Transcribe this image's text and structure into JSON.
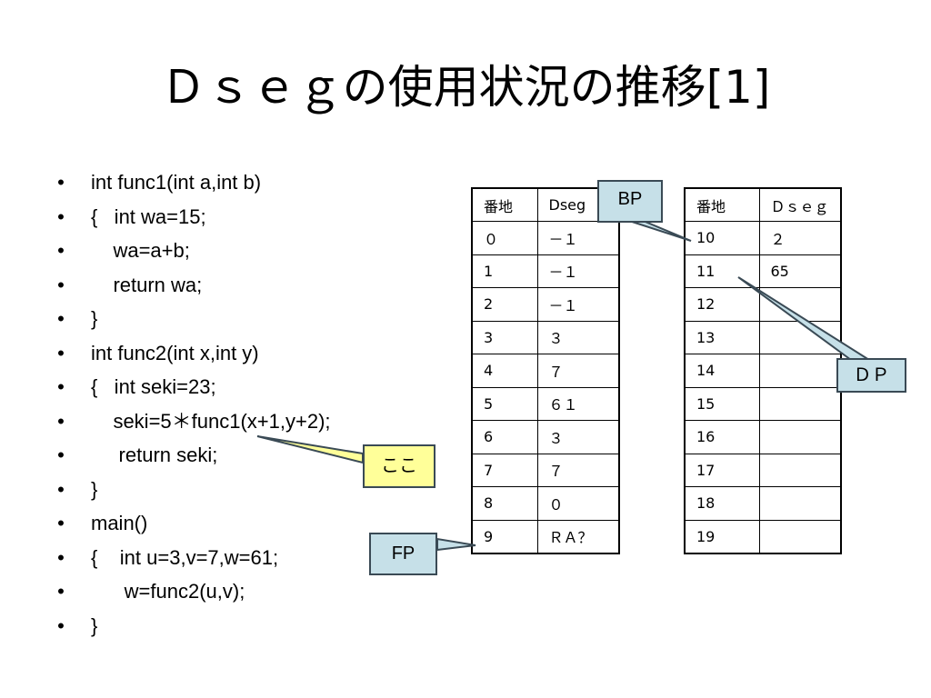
{
  "slide": {
    "title": "Ｄｓｅｇの使用状況の推移[1]"
  },
  "code_lines": [
    {
      "bullet": "•",
      "text": "int func1(int a,int b)"
    },
    {
      "bullet": "•",
      "text": "{   int wa=15;"
    },
    {
      "bullet": "•",
      "text": "    wa=a+b;"
    },
    {
      "bullet": "•",
      "text": "    return wa;"
    },
    {
      "bullet": "•",
      "text": "}"
    },
    {
      "bullet": "•",
      "text": "int func2(int x,int y)"
    },
    {
      "bullet": "•",
      "text": "{   int seki=23;"
    },
    {
      "bullet": "•",
      "text": "    seki=5＊func1(x+1,y+2);"
    },
    {
      "bullet": "•",
      "text": "     return seki;"
    },
    {
      "bullet": "•",
      "text": "}"
    },
    {
      "bullet": "•",
      "text": "main()"
    },
    {
      "bullet": "•",
      "text": "{    int u=3,v=7,w=61;"
    },
    {
      "bullet": "•",
      "text": "      w=func2(u,v);"
    },
    {
      "bullet": "•",
      "text": "}"
    }
  ],
  "table_left": {
    "headers": [
      "番地",
      "Dseg"
    ],
    "rows": [
      [
        "０",
        "－１"
      ],
      [
        "1",
        "－１"
      ],
      [
        "2",
        "－１"
      ],
      [
        "3",
        "  ３"
      ],
      [
        "4",
        "  ７"
      ],
      [
        "5",
        "  ６１"
      ],
      [
        "6",
        "  ３"
      ],
      [
        "7",
        "  ７"
      ],
      [
        "8",
        "  ０"
      ],
      [
        "9",
        "ＲＡ？"
      ]
    ]
  },
  "table_right": {
    "headers": [
      "番地",
      "Ｄｓｅｇ"
    ],
    "rows": [
      [
        "10",
        "  ２"
      ],
      [
        "11",
        "65"
      ],
      [
        "12",
        ""
      ],
      [
        "13",
        ""
      ],
      [
        "14",
        ""
      ],
      [
        "15",
        ""
      ],
      [
        "16",
        ""
      ],
      [
        "17",
        ""
      ],
      [
        "18",
        ""
      ],
      [
        "19",
        ""
      ]
    ]
  },
  "callouts": {
    "bp": "BP",
    "dp": "ＤＰ",
    "fp": "FP",
    "koko": "ここ"
  },
  "colors": {
    "callout_blue": "#c6e0e8",
    "callout_yellow": "#ffff99",
    "callout_border": "#3a4a55"
  }
}
